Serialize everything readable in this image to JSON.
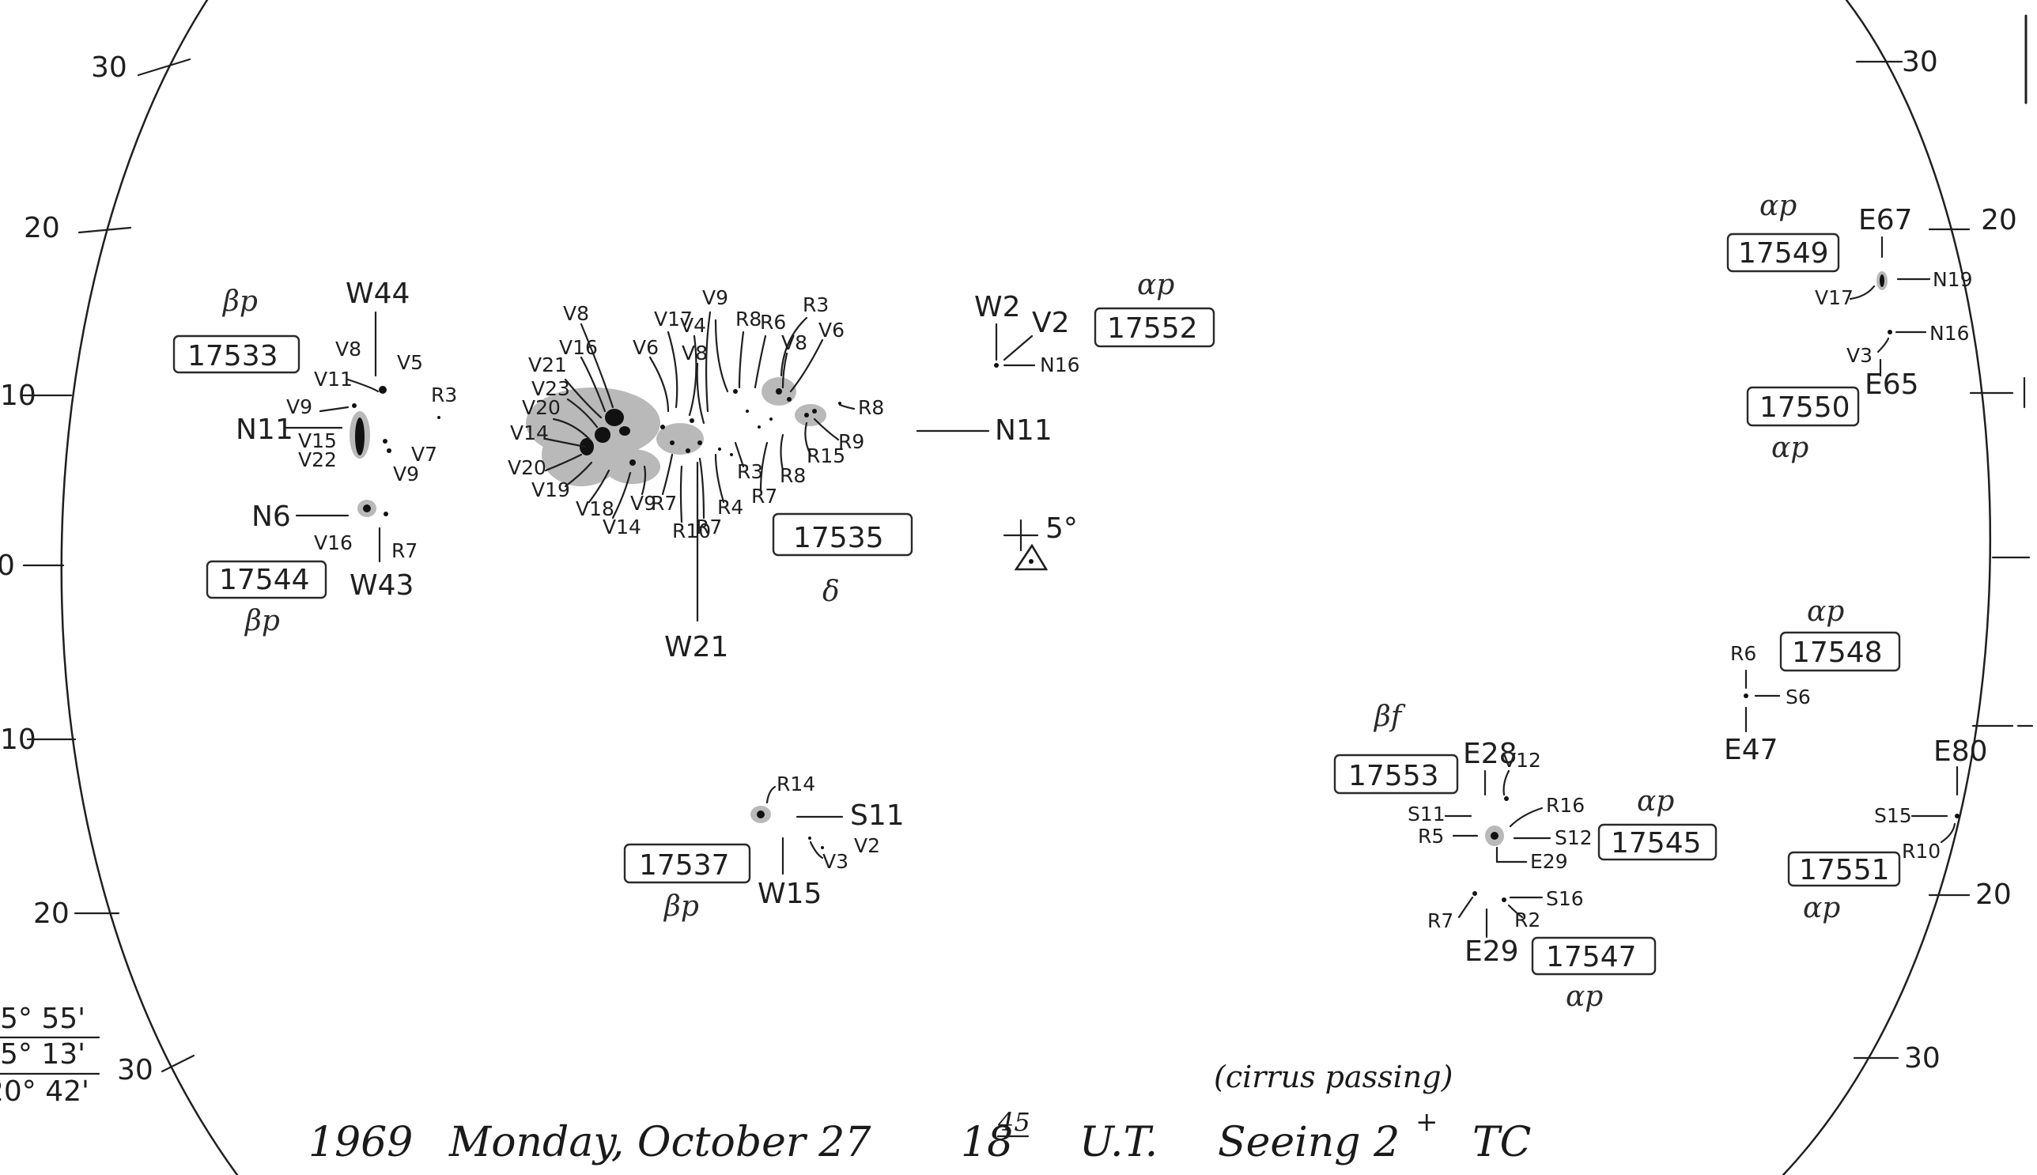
{
  "tick_labels": {
    "left": [
      "30",
      "20",
      "10",
      "0",
      "10",
      "20",
      "30"
    ],
    "right": [
      "30",
      "20",
      "20",
      "30"
    ]
  },
  "groups": [
    {
      "number": "17533",
      "class": "βp",
      "pos": "W44"
    },
    {
      "number": "17544",
      "class": "βp",
      "pos": "W43"
    },
    {
      "number": "17535",
      "class": "δ",
      "pos": "W21"
    },
    {
      "number": "17552",
      "class": "αp",
      "pos": "W2"
    },
    {
      "number": "17537",
      "class": "βp",
      "pos": "W15"
    },
    {
      "number": "17553",
      "class": "βf",
      "pos": "E28"
    },
    {
      "number": "17545",
      "class": "αp",
      "pos": "E29"
    },
    {
      "number": "17547",
      "class": "αp",
      "pos": "E29"
    },
    {
      "number": "17549",
      "class": "αp",
      "pos": "E67"
    },
    {
      "number": "17550",
      "class": "αp",
      "pos": "E65"
    },
    {
      "number": "17548",
      "class": "αp",
      "pos": "E47"
    },
    {
      "number": "17551",
      "class": "αp",
      "pos": "E80"
    }
  ],
  "spot_labels": {
    "g17533": [
      "V8",
      "V5",
      "V11",
      "R3",
      "V9",
      "N11",
      "V15",
      "V22",
      "V7",
      "V9"
    ],
    "g17544": [
      "N6",
      "V16",
      "R7"
    ],
    "g17535": [
      "V8",
      "V16",
      "V21",
      "V23",
      "V20",
      "V14",
      "V20",
      "V19",
      "V18",
      "V14",
      "V9",
      "R7",
      "R10",
      "R7",
      "R4",
      "R3",
      "R7",
      "R8",
      "V6",
      "V17",
      "V4",
      "V9",
      "V8",
      "R8",
      "R6",
      "R3",
      "V8",
      "V6",
      "R8",
      "R9",
      "R15",
      "N11"
    ],
    "g17552": [
      "V2",
      "N16"
    ],
    "g17537": [
      "R14",
      "S11",
      "V2",
      "V3"
    ],
    "g17553": [
      "V12",
      "S11",
      "R5",
      "R16",
      "S12",
      "E29",
      "R7",
      "S16",
      "R2"
    ],
    "g17549": [
      "V17",
      "N19",
      "N16",
      "V3"
    ],
    "g17548": [
      "R6",
      "S6"
    ],
    "g17551": [
      "S15",
      "R10"
    ]
  },
  "center_mark": "5°",
  "margin_notes": [
    "5° 55'",
    "5° 13'",
    "20° 42'"
  ],
  "annotation": "(cirrus passing)",
  "footer": {
    "year": "1969",
    "day_date": "Monday, October 27",
    "time": "18",
    "time_sup": "45",
    "ut": "U.T.",
    "seeing": "Seeing 2",
    "seeing_sup": "+",
    "observer": "TC"
  }
}
